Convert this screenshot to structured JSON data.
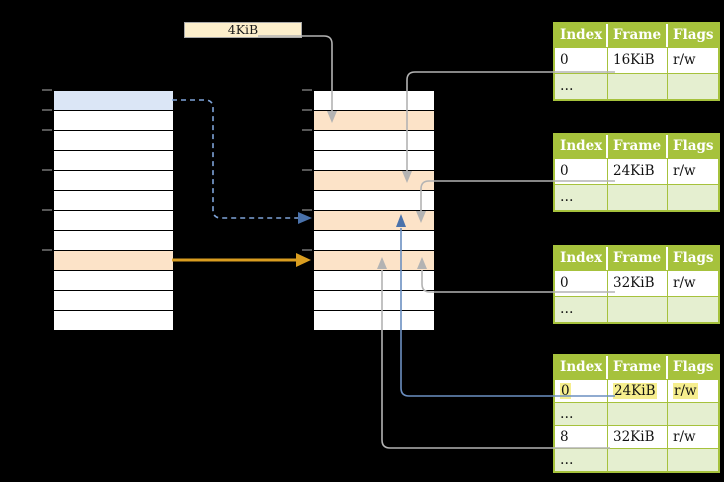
{
  "page_size_label": "4KiB",
  "colors": {
    "background": "#000000",
    "table_header_green": "#a6c23c",
    "ellipsis_row_green": "#e5efd0",
    "highlight_yellow": "#f6ee8e",
    "frame_row_orange": "#fce3c8",
    "selected_page_blue": "#dbe6f6",
    "label_box_fill": "#fceecb",
    "gray_connector": "#b3b3b3",
    "blue_connector": "#6b8fc1",
    "blue_arrowhead": "#4a72ab",
    "dashed_blue": "#7ea3d8",
    "orange_arrow": "#d99d20"
  },
  "left_memory_column": {
    "rows": [
      "page-blue",
      "plain",
      "plain",
      "plain",
      "plain",
      "plain",
      "plain",
      "plain",
      "frame-orange",
      "plain",
      "plain",
      "plain"
    ]
  },
  "middle_memory_column": {
    "rows": [
      "plain",
      "frame-orange",
      "plain",
      "plain",
      "frame-orange",
      "plain",
      "frame-orange",
      "plain",
      "frame-orange",
      "plain",
      "plain",
      "plain"
    ]
  },
  "page_tables": [
    {
      "id": "page-table-1",
      "headers": [
        "Index",
        "Frame",
        "Flags"
      ],
      "rows": [
        {
          "type": "data",
          "highlight": false,
          "cells": [
            "0",
            "16KiB",
            "r/w"
          ]
        },
        {
          "type": "ellipsis",
          "cells": [
            "…",
            "",
            ""
          ]
        }
      ]
    },
    {
      "id": "page-table-2",
      "headers": [
        "Index",
        "Frame",
        "Flags"
      ],
      "rows": [
        {
          "type": "data",
          "highlight": false,
          "cells": [
            "0",
            "24KiB",
            "r/w"
          ]
        },
        {
          "type": "ellipsis",
          "cells": [
            "…",
            "",
            ""
          ]
        }
      ]
    },
    {
      "id": "page-table-3",
      "headers": [
        "Index",
        "Frame",
        "Flags"
      ],
      "rows": [
        {
          "type": "data",
          "highlight": false,
          "cells": [
            "0",
            "32KiB",
            "r/w"
          ]
        },
        {
          "type": "ellipsis",
          "cells": [
            "…",
            "",
            ""
          ]
        }
      ]
    },
    {
      "id": "page-table-4",
      "headers": [
        "Index",
        "Frame",
        "Flags"
      ],
      "rows": [
        {
          "type": "data",
          "highlight": true,
          "cells": [
            "0",
            "24KiB",
            "r/w"
          ]
        },
        {
          "type": "ellipsis",
          "cells": [
            "…",
            "",
            ""
          ]
        },
        {
          "type": "data",
          "highlight": false,
          "cells": [
            "8",
            "32KiB",
            "r/w"
          ]
        },
        {
          "type": "ellipsis",
          "cells": [
            "…",
            "",
            ""
          ]
        }
      ]
    }
  ],
  "connections": [
    {
      "from": "page-size-label",
      "to": "middle-row-2",
      "color": "gray",
      "style": "solid"
    },
    {
      "from": "page-table-1-row-0",
      "to": "middle-row-5",
      "color": "gray",
      "style": "solid"
    },
    {
      "from": "page-table-2-row-0",
      "to": "middle-row-7",
      "color": "gray",
      "style": "solid"
    },
    {
      "from": "page-table-3-row-0",
      "to": "middle-row-9",
      "color": "gray",
      "style": "solid"
    },
    {
      "from": "page-table-4-row-0",
      "to": "middle-row-7",
      "color": "blue",
      "style": "solid"
    },
    {
      "from": "page-table-4-row-8",
      "to": "middle-row-9",
      "color": "gray",
      "style": "solid"
    },
    {
      "from": "left-row-1",
      "to": "middle-row-7",
      "color": "blue",
      "style": "dashed"
    },
    {
      "from": "left-row-9",
      "to": "middle-row-9",
      "color": "orange",
      "style": "solid"
    }
  ]
}
